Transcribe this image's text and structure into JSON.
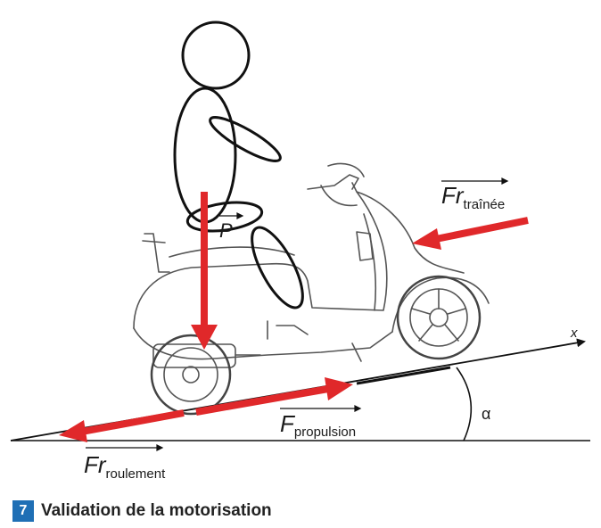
{
  "labels": {
    "weight": "P",
    "drag_main": "Fr",
    "drag_sub": "traînée",
    "propulsion_main": "F",
    "propulsion_sub": "propulsion",
    "rolling_main": "Fr",
    "rolling_sub": "roulement",
    "axis_x": "x",
    "angle": "α"
  },
  "caption": {
    "number": "7",
    "title": "Validation de la motorisation"
  },
  "colors": {
    "force_arrow": "#e0282a",
    "line": "#111111",
    "badge": "#1f6fb5"
  }
}
